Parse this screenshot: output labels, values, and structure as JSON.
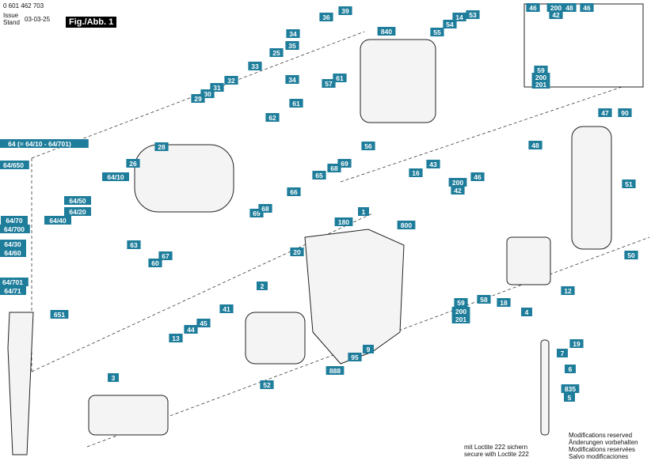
{
  "header": {
    "doc_number": "0 601 462 703",
    "issue_label": "Issue",
    "stand_label": "Stand",
    "date": "03-03-25",
    "figure": "Fig./Abb. 1"
  },
  "callouts": [
    "34",
    "35",
    "36",
    "39",
    "840",
    "55",
    "54",
    "14",
    "53",
    "25",
    "34",
    "33",
    "32",
    "31",
    "30",
    "29",
    "57",
    "61",
    "61",
    "62",
    "56",
    "28",
    "64 (= 64/10 - 64/701)",
    "64/650",
    "26",
    "64/10",
    "64/50",
    "64/20",
    "64/70",
    "64/700",
    "64/40",
    "64/30",
    "64/60",
    "63",
    "60",
    "67",
    "69",
    "68",
    "66",
    "65",
    "68",
    "69",
    "16",
    "43",
    "200",
    "42",
    "46",
    "1",
    "180",
    "800",
    "20",
    "2",
    "41",
    "45",
    "44",
    "13",
    "52",
    "9",
    "95",
    "888",
    "3",
    "651",
    "64/701",
    "64/71",
    "59",
    "200",
    "201",
    "58",
    "18",
    "4",
    "12",
    "19",
    "7",
    "6",
    "835",
    "5",
    "47",
    "90",
    "48",
    "51",
    "50",
    "46",
    "200",
    "42",
    "48",
    "46",
    "59",
    "200",
    "201"
  ],
  "footnote": {
    "loctite_de": "mit Loctite 222 sichern",
    "loctite_en": "secure with Loctite 222"
  },
  "disclaimer": [
    "Modifications reserved",
    "Änderungen vorbehalten",
    "Modifications reservées",
    "Salvo modificaciones"
  ],
  "colors": {
    "callout_bg": "#1e7d9b",
    "line": "#222222"
  }
}
